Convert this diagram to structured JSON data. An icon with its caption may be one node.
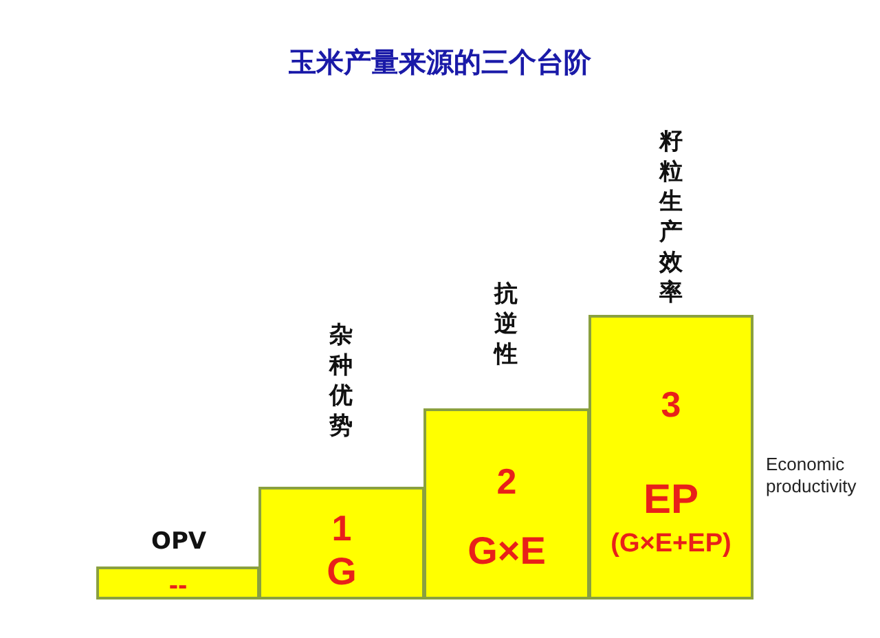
{
  "diagram": {
    "title": "玉米产量来源的三个台阶",
    "nodes": [
      {
        "text": [
          "OPV",
          "--"
        ]
      },
      {
        "text": [
          "杂种优势",
          "1",
          "G"
        ]
      },
      {
        "text": [
          "抗逆性",
          "2",
          "G×E"
        ]
      },
      {
        "text": [
          "籽粒生产效率",
          "3",
          "EP",
          "(G×E+EP)"
        ],
        "beside": [
          "Economic productivity"
        ]
      }
    ]
  }
}
